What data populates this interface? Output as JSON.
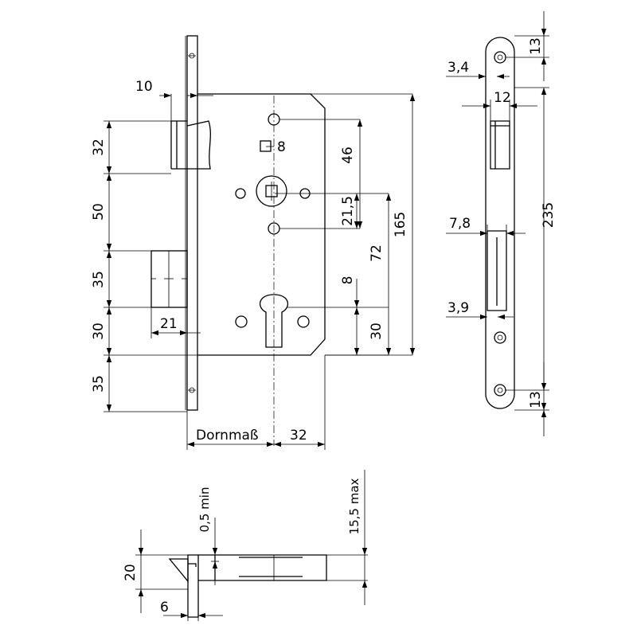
{
  "front_view": {
    "dims": {
      "d10": "10",
      "d32": "32",
      "d50": "50",
      "d35a": "35",
      "d30": "30",
      "d35b": "35",
      "d21": "21",
      "d8sq": "8",
      "d46": "46",
      "d21_5": "21,5",
      "d72": "72",
      "d165": "165",
      "d8": "8",
      "d30r": "30",
      "dornmass": "Dornmaß",
      "d32b": "32"
    }
  },
  "side_view": {
    "dims": {
      "d13t": "13",
      "d3_4": "3,4",
      "d12": "12",
      "d235": "235",
      "d7_8": "7,8",
      "d3_9": "3,9",
      "d13b": "13"
    }
  },
  "bottom_view": {
    "dims": {
      "d0_5": "0,5 min",
      "d15_5": "15,5 max",
      "d20": "20",
      "d6": "6"
    }
  }
}
